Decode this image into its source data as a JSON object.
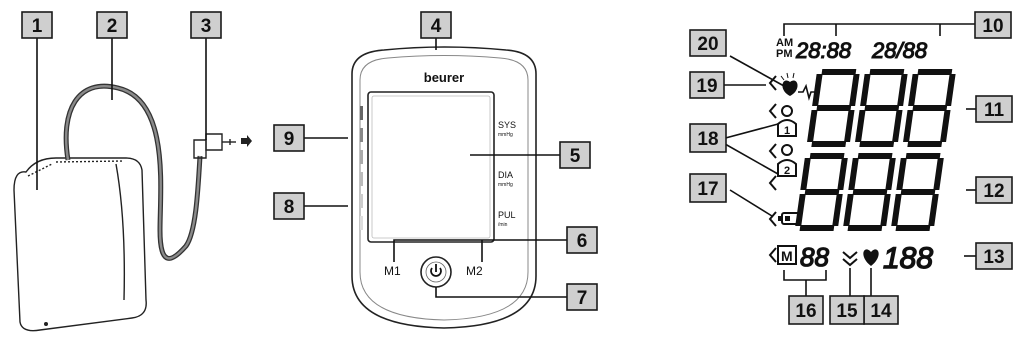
{
  "callouts": [
    {
      "id": "c1",
      "label": "1"
    },
    {
      "id": "c2",
      "label": "2"
    },
    {
      "id": "c3",
      "label": "3"
    },
    {
      "id": "c4",
      "label": "4"
    },
    {
      "id": "c5",
      "label": "5"
    },
    {
      "id": "c6",
      "label": "6"
    },
    {
      "id": "c7",
      "label": "7"
    },
    {
      "id": "c8",
      "label": "8"
    },
    {
      "id": "c9",
      "label": "9"
    },
    {
      "id": "c10",
      "label": "10"
    },
    {
      "id": "c11",
      "label": "11"
    },
    {
      "id": "c12",
      "label": "12"
    },
    {
      "id": "c13",
      "label": "13"
    },
    {
      "id": "c14",
      "label": "14"
    },
    {
      "id": "c15",
      "label": "15"
    },
    {
      "id": "c16",
      "label": "16"
    },
    {
      "id": "c17",
      "label": "17"
    },
    {
      "id": "c18",
      "label": "18"
    },
    {
      "id": "c19",
      "label": "19"
    },
    {
      "id": "c20",
      "label": "20"
    }
  ],
  "device": {
    "brand": "beurer",
    "sys_label": "SYS",
    "sys_unit": "mmHg",
    "dia_label": "DIA",
    "dia_unit": "mmHg",
    "pul_label": "PUL",
    "pul_unit": "/min",
    "m1_label": "M1",
    "m2_label": "M2"
  },
  "lcd": {
    "am": "AM",
    "pm": "PM",
    "time_text": "28:88",
    "date_text": "28/88",
    "user1": "1",
    "user2": "2",
    "memory_icon_letter": "M",
    "memory_digits": "88",
    "pulse_digits": "188"
  },
  "icons": [
    "blood-pressure-cuff",
    "air-tube",
    "cuff-plug",
    "power-button-icon",
    "heart-icon",
    "arrhythmia-heart-icon",
    "battery-icon",
    "user-icon",
    "chevron-indicator-icon",
    "memory-icon"
  ]
}
